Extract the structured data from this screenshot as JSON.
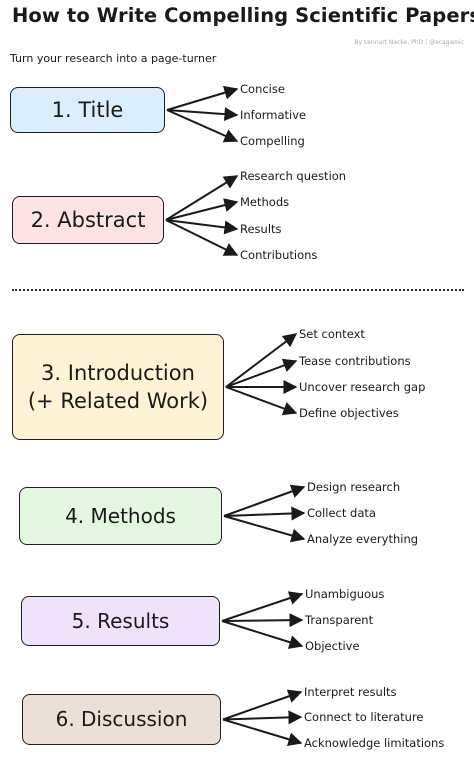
{
  "header": {
    "title": "How to Write Compelling Scientific Papers",
    "subtitle": "Turn your research into a page-turner",
    "credit": "By Lennart Nacke, PhD | @acagamic"
  },
  "sections": [
    {
      "id": "title",
      "label": "1. Title",
      "color": "#dbeeff",
      "items": [
        "Concise",
        "Informative",
        "Compelling"
      ]
    },
    {
      "id": "abstract",
      "label": "2. Abstract",
      "color": "#fde3e3",
      "items": [
        "Research question",
        "Methods",
        "Results",
        "Contributions"
      ]
    },
    {
      "id": "introduction",
      "label": "3. Introduction\n(+ Related Work)",
      "color": "#fff3d6",
      "items": [
        "Set context",
        "Tease contributions",
        "Uncover research gap",
        "Define objectives"
      ]
    },
    {
      "id": "methods",
      "label": "4. Methods",
      "color": "#e4f8e1",
      "items": [
        "Design research",
        "Collect data",
        "Analyze everything"
      ]
    },
    {
      "id": "results",
      "label": "5. Results",
      "color": "#efe3fb",
      "items": [
        "Unambiguous",
        "Transparent",
        "Objective"
      ]
    },
    {
      "id": "discussion",
      "label": "6. Discussion",
      "color": "#ebe0d8",
      "items": [
        "Interpret results",
        "Connect to literature",
        "Acknowledge limitations"
      ]
    }
  ]
}
